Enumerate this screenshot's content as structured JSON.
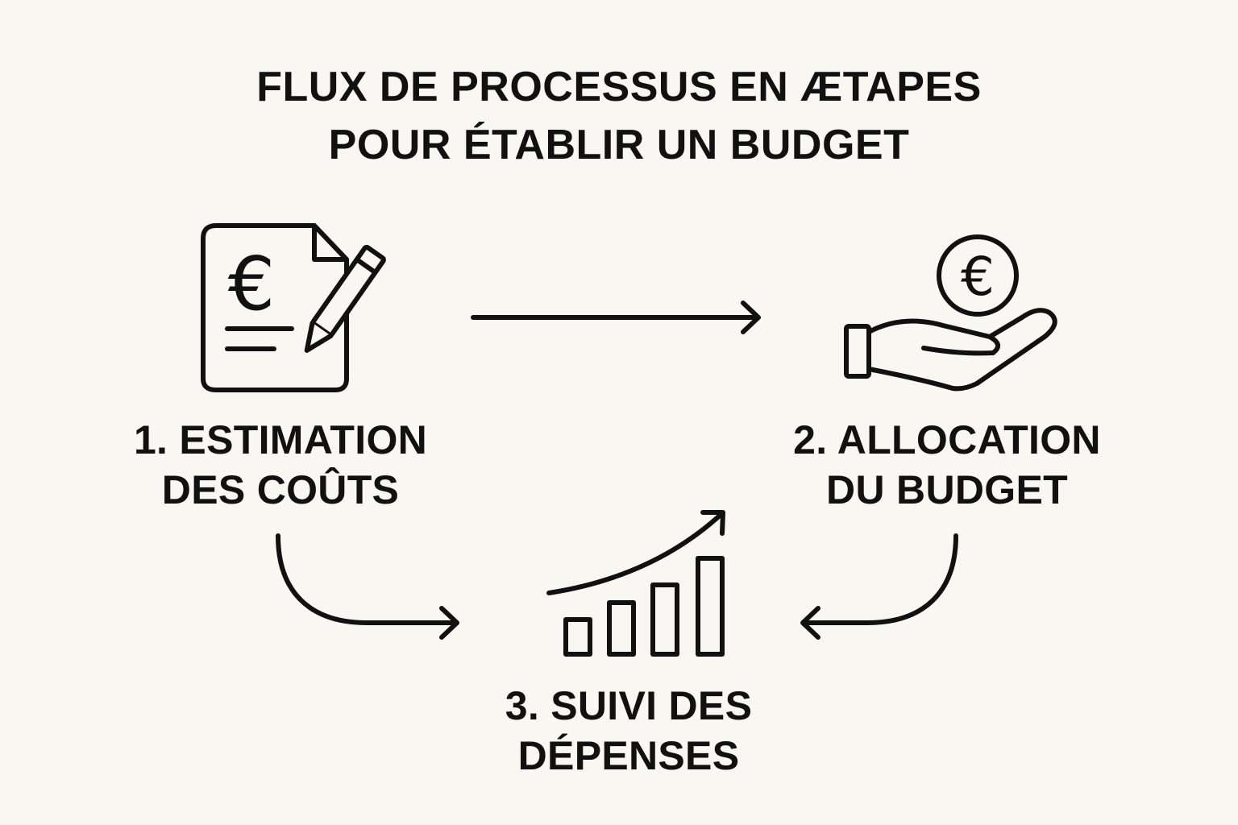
{
  "title": {
    "line1": "FLUX DE PROCESSUS EN ÆTAPES",
    "line2": "POUR ÉTABLIR UN BUDGET"
  },
  "steps": [
    {
      "line1": "1. ESTIMATION",
      "line2": "DES COÛTS",
      "icon": "document-euro-pencil-icon"
    },
    {
      "line1": "2. ALLOCATION",
      "line2": "DU BUDGET",
      "icon": "hand-euro-coin-icon"
    },
    {
      "line1": "3. SUIVI DES",
      "line2": "DÉPENSES",
      "icon": "bar-chart-growth-icon"
    }
  ],
  "currency_symbol": "€",
  "colors": {
    "background": "#f9f7f2",
    "ink": "#111111"
  }
}
